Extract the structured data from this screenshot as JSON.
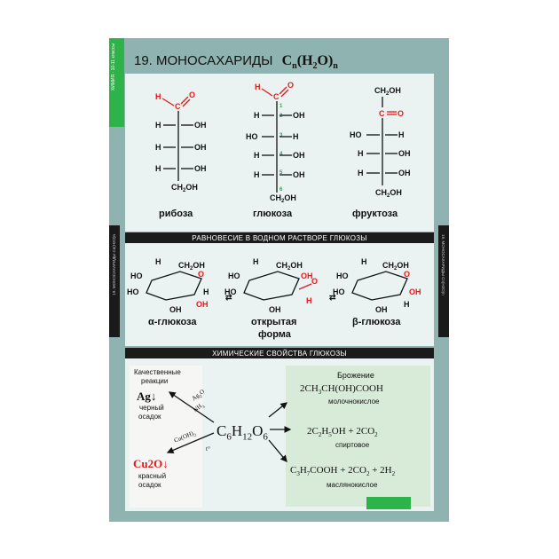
{
  "title": {
    "text": "19. МОНОСАХАРИДЫ",
    "formula": "Cn(H2O)n"
  },
  "strip_left": "ХИМИЯ · 10-11 классы",
  "side_left": "19. МОНОСАХАРИДЫ Cn(H2O)n",
  "side_right": "19. МОНОСАХАРИДЫ Cn(H2O)n",
  "molecules": {
    "ribose": "рибоза",
    "glucose": "глюкоза",
    "fructose": "фруктоза"
  },
  "equilibrium": {
    "band": "РАВНОВЕСИЕ В ВОДНОМ РАСТВОРЕ ГЛЮКОЗЫ",
    "alpha": "α-глюкоза",
    "open_line1": "открытая",
    "open_line2": "форма",
    "beta": "β-глюкоза"
  },
  "properties": {
    "band": "ХИМИЧЕСКИЕ СВОЙСТВА ГЛЮКОЗЫ",
    "qual_title1": "Качественные",
    "qual_title2": "реакции",
    "ag": "Ag↓",
    "ag_desc1": "черный",
    "ag_desc2": "осадок",
    "ag_reagent1": "Ag2O",
    "ag_reagent2": "NH3",
    "cu_reagent1": "Cu(OH)2",
    "cu_reagent2": "t°",
    "cu": "Cu2O↓",
    "cu_desc1": "красный",
    "cu_desc2": "осадок",
    "center": "C6H12O6",
    "ferment_title": "Брожение",
    "f1": "2CH3CH(OH)COOH",
    "f1_name": "молочнокислое",
    "f2": "2C2H5OH + 2CO2",
    "f2_name": "спиртовое",
    "f3": "C3H7COOH + 2CO2 + 2H2",
    "f3_name": "маслянокислое"
  },
  "colors": {
    "poster_bg": "#8fb3b1",
    "accent_green": "#2db34a",
    "red_highlight": "#e01b1b"
  }
}
